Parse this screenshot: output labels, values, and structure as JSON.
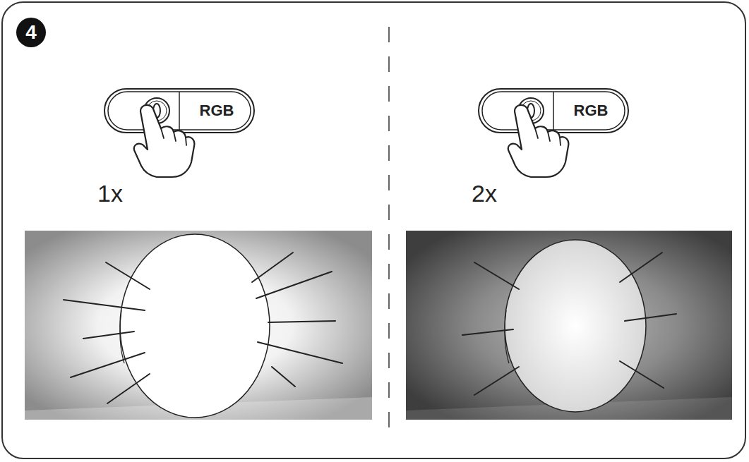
{
  "diagram": {
    "nodes": [
      {
        "text": [
          "4"
        ]
      },
      {
        "text": [
          "RGB"
        ]
      },
      {
        "text": [
          "RGB"
        ]
      }
    ],
    "labels": [
      "1x",
      "2x"
    ]
  }
}
